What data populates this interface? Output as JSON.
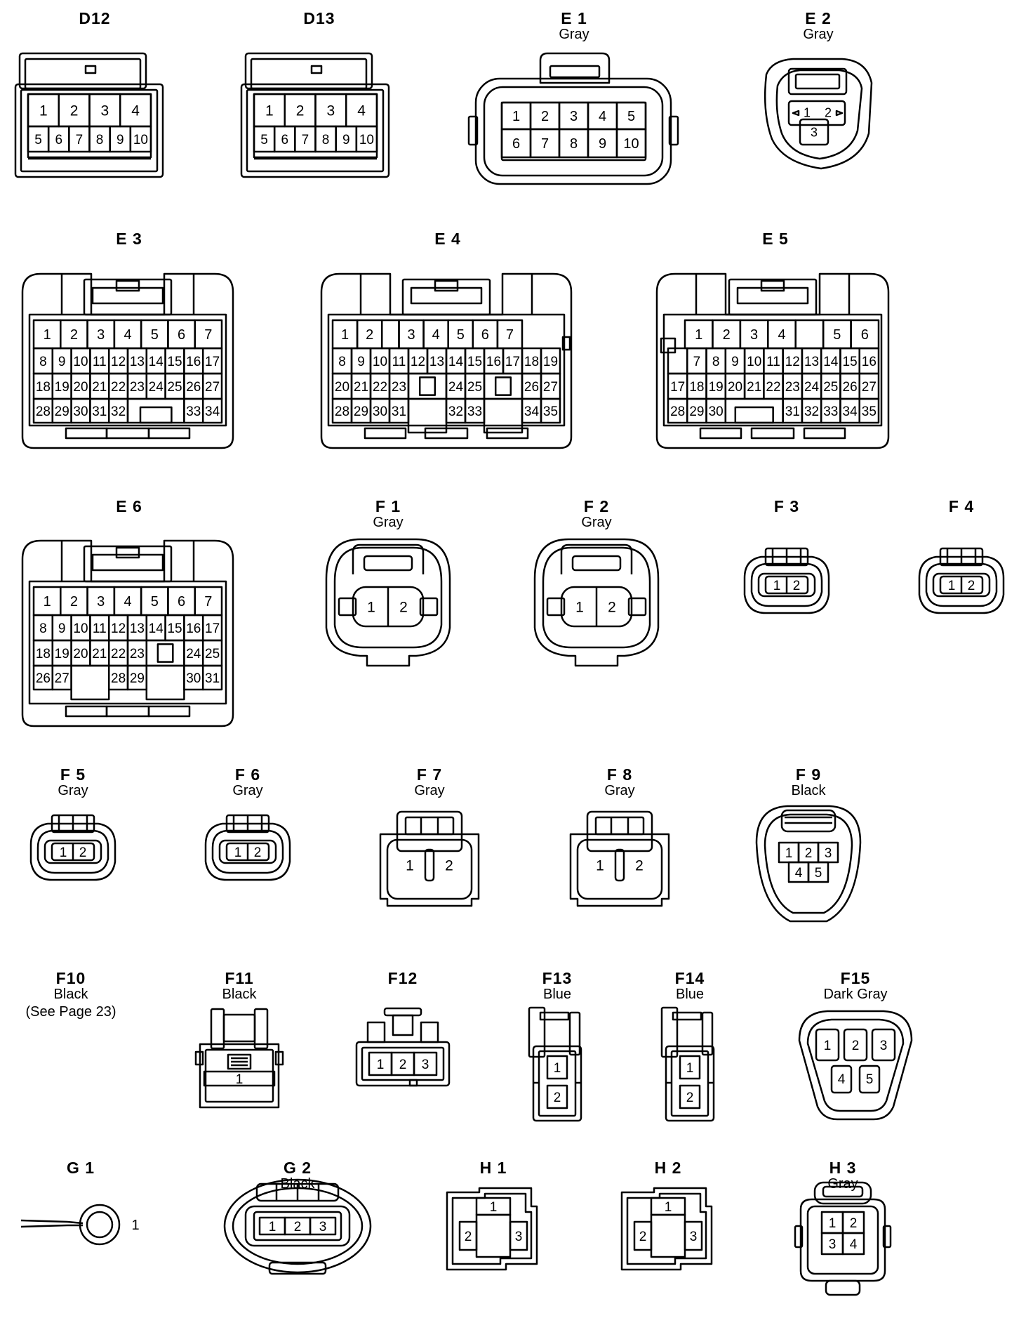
{
  "connectors": {
    "D12": {
      "code": "D12",
      "pins": [
        "1",
        "2",
        "3",
        "4",
        "5",
        "6",
        "7",
        "8",
        "9",
        "10"
      ]
    },
    "D13": {
      "code": "D13",
      "pins": [
        "1",
        "2",
        "3",
        "4",
        "5",
        "6",
        "7",
        "8",
        "9",
        "10"
      ]
    },
    "E1": {
      "code": "E 1",
      "color": "Gray",
      "pins": [
        "1",
        "2",
        "3",
        "4",
        "5",
        "6",
        "7",
        "8",
        "9",
        "10"
      ]
    },
    "E2": {
      "code": "E 2",
      "color": "Gray",
      "pins": [
        "1",
        "2",
        "3"
      ]
    },
    "E3": {
      "code": "E 3",
      "pins": [
        "1",
        "2",
        "3",
        "4",
        "5",
        "6",
        "7",
        "8",
        "9",
        "10",
        "11",
        "12",
        "13",
        "14",
        "15",
        "16",
        "17",
        "18",
        "19",
        "20",
        "21",
        "22",
        "23",
        "24",
        "25",
        "26",
        "27",
        "28",
        "29",
        "30",
        "31",
        "32",
        "33",
        "34"
      ]
    },
    "E4": {
      "code": "E 4",
      "pins": [
        "1",
        "2",
        "3",
        "4",
        "5",
        "6",
        "7",
        "8",
        "9",
        "10",
        "11",
        "12",
        "13",
        "14",
        "15",
        "16",
        "17",
        "18",
        "19",
        "20",
        "21",
        "22",
        "23",
        "24",
        "25",
        "26",
        "27",
        "28",
        "29",
        "30",
        "31",
        "32",
        "33",
        "34",
        "35"
      ]
    },
    "E5": {
      "code": "E 5",
      "pins": [
        "1",
        "2",
        "3",
        "4",
        "5",
        "6",
        "7",
        "8",
        "9",
        "10",
        "11",
        "12",
        "13",
        "14",
        "15",
        "16",
        "17",
        "18",
        "19",
        "20",
        "21",
        "22",
        "23",
        "24",
        "25",
        "26",
        "27",
        "28",
        "29",
        "30",
        "31",
        "32",
        "33",
        "34",
        "35"
      ]
    },
    "E6": {
      "code": "E 6",
      "pins": [
        "1",
        "2",
        "3",
        "4",
        "5",
        "6",
        "7",
        "8",
        "9",
        "10",
        "11",
        "12",
        "13",
        "14",
        "15",
        "16",
        "17",
        "18",
        "19",
        "20",
        "21",
        "22",
        "23",
        "24",
        "25",
        "26",
        "27",
        "28",
        "29",
        "30",
        "31"
      ]
    },
    "F1": {
      "code": "F 1",
      "color": "Gray",
      "pins": [
        "1",
        "2"
      ]
    },
    "F2": {
      "code": "F 2",
      "color": "Gray",
      "pins": [
        "1",
        "2"
      ]
    },
    "F3": {
      "code": "F 3",
      "pins": [
        "1",
        "2"
      ]
    },
    "F4": {
      "code": "F 4",
      "pins": [
        "1",
        "2"
      ]
    },
    "F5": {
      "code": "F 5",
      "color": "Gray",
      "pins": [
        "1",
        "2"
      ]
    },
    "F6": {
      "code": "F 6",
      "color": "Gray",
      "pins": [
        "1",
        "2"
      ]
    },
    "F7": {
      "code": "F 7",
      "color": "Gray",
      "pins": [
        "1",
        "2"
      ]
    },
    "F8": {
      "code": "F 8",
      "color": "Gray",
      "pins": [
        "1",
        "2"
      ]
    },
    "F9": {
      "code": "F 9",
      "color": "Black",
      "pins": [
        "1",
        "2",
        "3",
        "4",
        "5"
      ]
    },
    "F10": {
      "code": "F10",
      "color": "Black",
      "note": "(See Page 23)"
    },
    "F11": {
      "code": "F11",
      "color": "Black",
      "pins": [
        "1"
      ]
    },
    "F12": {
      "code": "F12",
      "pins": [
        "1",
        "2",
        "3"
      ]
    },
    "F13": {
      "code": "F13",
      "color": "Blue",
      "pins": [
        "1",
        "2"
      ]
    },
    "F14": {
      "code": "F14",
      "color": "Blue",
      "pins": [
        "1",
        "2"
      ]
    },
    "F15": {
      "code": "F15",
      "color": "Dark Gray",
      "pins": [
        "1",
        "2",
        "3",
        "4",
        "5"
      ]
    },
    "G1": {
      "code": "G 1",
      "pins": [
        "1"
      ]
    },
    "G2": {
      "code": "G 2",
      "color": "Black",
      "pins": [
        "1",
        "2",
        "3"
      ]
    },
    "H1": {
      "code": "H 1",
      "pins": [
        "1",
        "2",
        "3"
      ]
    },
    "H2": {
      "code": "H 2",
      "pins": [
        "1",
        "2",
        "3"
      ]
    },
    "H3": {
      "code": "H 3",
      "color": "Gray",
      "pins": [
        "1",
        "2",
        "3",
        "4"
      ]
    }
  }
}
